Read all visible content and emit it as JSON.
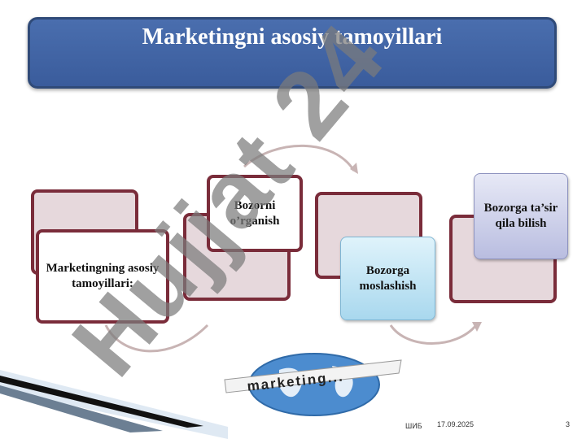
{
  "title": "Marketingni asosiy tamoyillari",
  "boxes": {
    "principles": "Marketingning asosiy tamoyillari:",
    "study": "Bozorni o’rganish",
    "adapt": "Bozorga moslashish",
    "influence": "Bozorga ta’sir qila bilish"
  },
  "watermark": "Hujjat 24",
  "globe_banner": "marketing...",
  "footer": {
    "org": "ШИБ",
    "date": "17.09.2025",
    "page": "3"
  },
  "colors": {
    "banner": "#3a5c9c",
    "box_border": "#7a2c3a",
    "watermark": "#7c7c7c",
    "watermark_accent": "#a98ed6"
  }
}
